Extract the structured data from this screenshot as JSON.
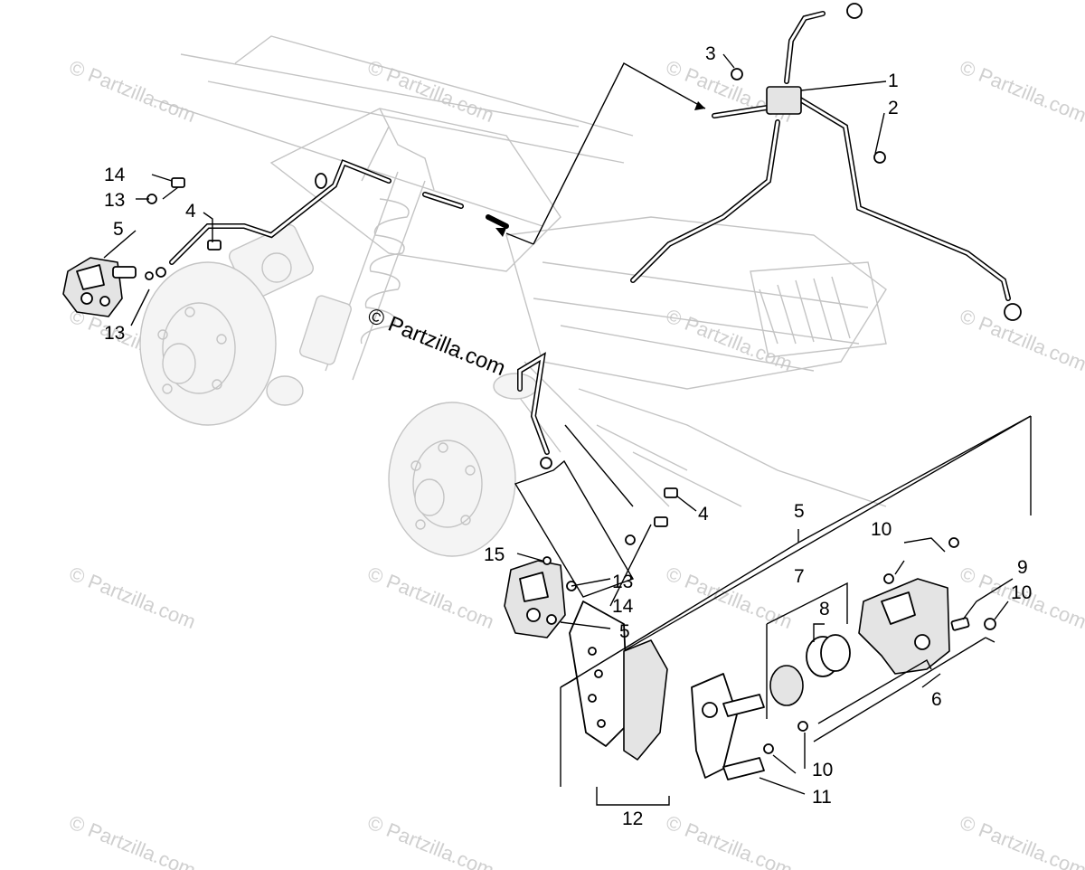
{
  "watermarks": {
    "repeat_text": "© Partzilla.com",
    "center_text": "© Partzilla.com"
  },
  "callouts": {
    "c1": "1",
    "c2": "2",
    "c3": "3",
    "c4a": "4",
    "c4b": "4",
    "c5a": "5",
    "c5b": "5",
    "c5c": "5",
    "c6": "6",
    "c7": "7",
    "c8": "8",
    "c9": "9",
    "c10a": "10",
    "c10b": "10",
    "c10c": "10",
    "c11": "11",
    "c12": "12",
    "c13a": "13",
    "c13b": "13",
    "c13c": "13",
    "c14a": "14",
    "c14b": "14",
    "c15": "15"
  },
  "colors": {
    "ink": "#000000",
    "ghost": "#c4c4c4",
    "watermark": "#cfcfcf"
  }
}
